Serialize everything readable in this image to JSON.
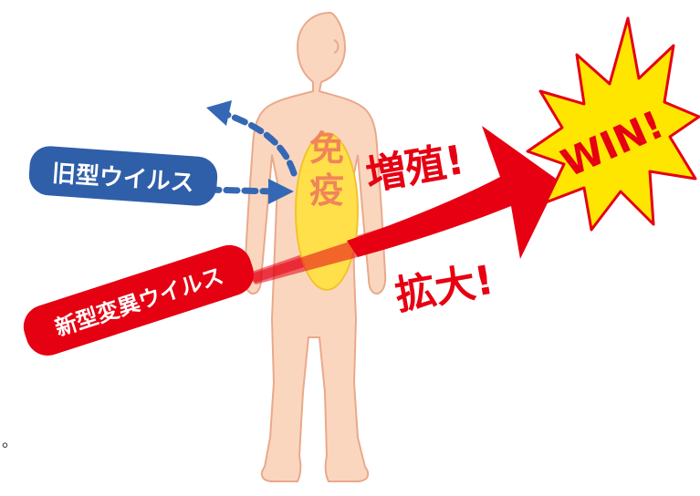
{
  "labels": {
    "immune_line1": "免",
    "immune_line2": "疫",
    "old_virus": "旧型ウイルス",
    "new_virus": "新型変異ウイルス",
    "proliferation": "増殖!",
    "expansion": "拡大!",
    "win": "WIN!",
    "stray_mark": "。"
  },
  "colors": {
    "body_fill": "#fbd6bf",
    "body_outline": "#e9a98b",
    "immune_fill": "#ffe04a",
    "immune_outline": "#f2c230",
    "immune_text": "#f0845a",
    "old_virus_bg": "#2f5fa8",
    "new_virus_bg": "#e50012",
    "red_arrow": "#e60012",
    "blue_arrow": "#3568b4",
    "win_fill": "#ffe600",
    "win_outline": "#e50012",
    "win_text": "#e50012"
  }
}
